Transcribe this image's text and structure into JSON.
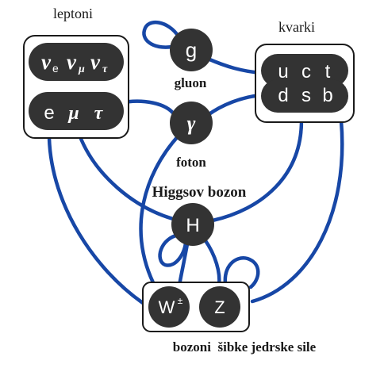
{
  "labels": {
    "leptons": "leptoni",
    "quarks": "kvarki",
    "gluon": "gluon",
    "photon": "foton",
    "higgs": "Higgsov bozon",
    "weak_bosons": "bozoni  šibke jedrske sile"
  },
  "nodes": {
    "gluon": "g",
    "photon": "γ",
    "higgs": "H",
    "w_boson": "W",
    "w_charge": "±",
    "z_boson": "Z"
  },
  "leptons": {
    "neutrino_e": "ν",
    "neutrino_e_sub": "e",
    "neutrino_mu": "ν",
    "neutrino_mu_sub": "μ",
    "neutrino_tau": "ν",
    "neutrino_tau_sub": "τ",
    "electron": "e",
    "muon": "μ",
    "tau": "τ"
  },
  "quarks": {
    "up": "u",
    "charm": "c",
    "top": "t",
    "down": "d",
    "strange": "s",
    "bottom": "b"
  },
  "colors": {
    "edge": "#1747a6",
    "node": "#333333",
    "box_border": "#1a1a1a"
  }
}
